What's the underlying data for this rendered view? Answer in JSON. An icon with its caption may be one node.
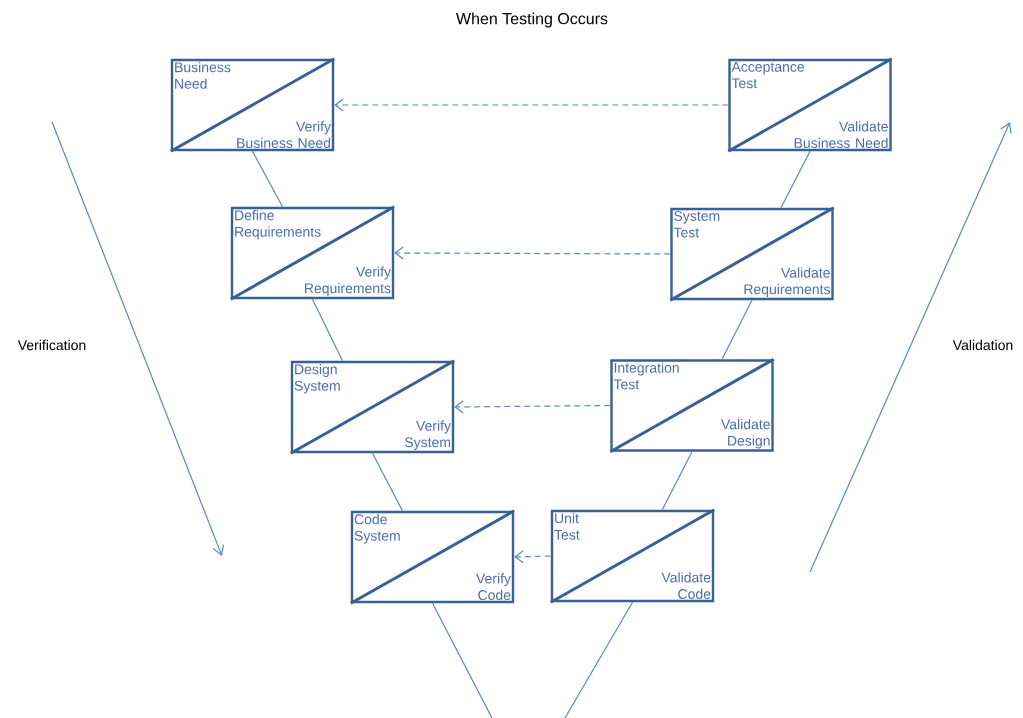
{
  "diagram": {
    "title": "When Testing Occurs",
    "nodes": [
      {
        "text": [
          "Business Need",
          "Verify Business Need"
        ]
      },
      {
        "text": [
          "Acceptance Test",
          "Validate Business Need"
        ]
      },
      {
        "text": [
          "Define Requirements",
          "Verify Requirements"
        ]
      },
      {
        "text": [
          "System Test",
          "Validate Requirements"
        ]
      },
      {
        "text": [
          "Design System",
          "Verify System"
        ]
      },
      {
        "text": [
          "Integration Test",
          "Validate Design"
        ]
      },
      {
        "text": [
          "Code System",
          "Verify Code"
        ]
      },
      {
        "text": [
          "Unit Test",
          "Validate Code"
        ]
      }
    ],
    "edges": [
      {
        "from": 0,
        "to": 2,
        "arrow": "none"
      },
      {
        "from": 2,
        "to": 4,
        "arrow": "none"
      },
      {
        "from": 4,
        "to": 6,
        "arrow": "none"
      },
      {
        "from": 6,
        "to": null,
        "arrow": "none"
      },
      {
        "from": 1,
        "to": 3,
        "arrow": "none"
      },
      {
        "from": 3,
        "to": 5,
        "arrow": "none"
      },
      {
        "from": 5,
        "to": 7,
        "arrow": "none"
      },
      {
        "from": 7,
        "to": null,
        "arrow": "none"
      },
      {
        "from": 1,
        "to": 0,
        "arrow": "to",
        "style": "dashed"
      },
      {
        "from": 3,
        "to": 2,
        "arrow": "to",
        "style": "dashed"
      },
      {
        "from": 5,
        "to": 4,
        "arrow": "to",
        "style": "dashed"
      },
      {
        "from": 7,
        "to": 6,
        "arrow": "to",
        "style": "dashed"
      }
    ],
    "labels": [
      "Verification",
      "Validation"
    ]
  }
}
